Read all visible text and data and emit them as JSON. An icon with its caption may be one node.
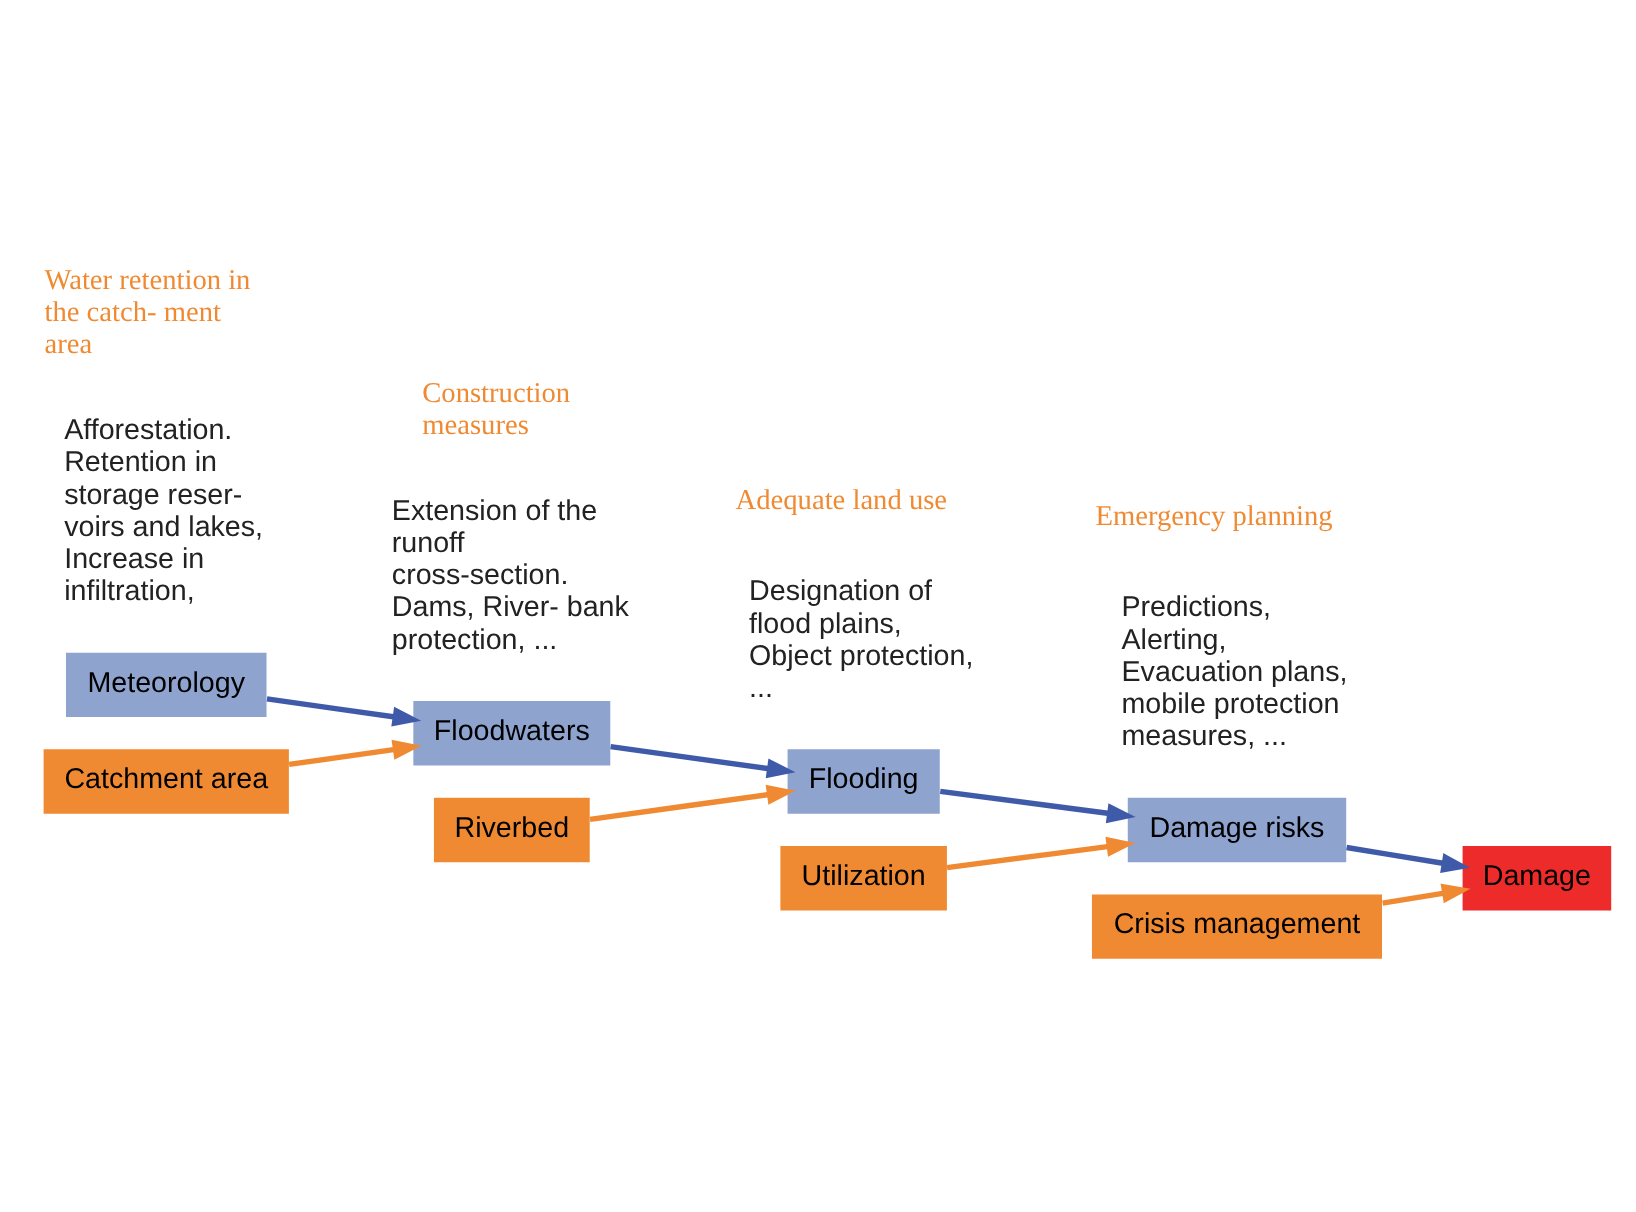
{
  "diagram": {
    "nodes": [
      {
        "text": [
          "Meteorology"
        ]
      },
      {
        "text": [
          "Floodwaters"
        ]
      },
      {
        "text": [
          "Catchment area"
        ]
      },
      {
        "text": [
          "Flooding"
        ]
      },
      {
        "text": [
          "Riverbed"
        ]
      },
      {
        "text": [
          "Damage risks"
        ]
      },
      {
        "text": [
          "Utilization"
        ]
      },
      {
        "text": [
          "Damage"
        ]
      },
      {
        "text": [
          "Crisis management"
        ]
      }
    ],
    "edges": [
      {
        "from": 0,
        "to": 1,
        "arrow": "to"
      },
      {
        "from": 2,
        "to": 1,
        "arrow": "to",
        "color": "#f08a32"
      },
      {
        "from": 1,
        "to": 3,
        "arrow": "to"
      },
      {
        "from": 4,
        "to": 3,
        "arrow": "to",
        "color": "#f08a32"
      },
      {
        "from": 3,
        "to": 5,
        "arrow": "to"
      },
      {
        "from": 6,
        "to": 5,
        "arrow": "to",
        "color": "#f08a32"
      },
      {
        "from": 5,
        "to": 7,
        "arrow": "to"
      },
      {
        "from": 8,
        "to": 7,
        "arrow": "to",
        "color": "#f08a32"
      }
    ],
    "labels": [
      "Water retention in the catch- ment area",
      "Afforestation. Retention in storage reser- voirs and lakes, Increase in infiltration,",
      "Construction measures",
      "Extension of the runoff cross-section. Dams, River- bank protection, ...",
      "Adequate land use",
      "Designation of flood plains, Object protection, ...",
      "Emergency planning",
      "Predictions, Alerting, Evacuation plans, mobile protection measures, ..."
    ]
  }
}
